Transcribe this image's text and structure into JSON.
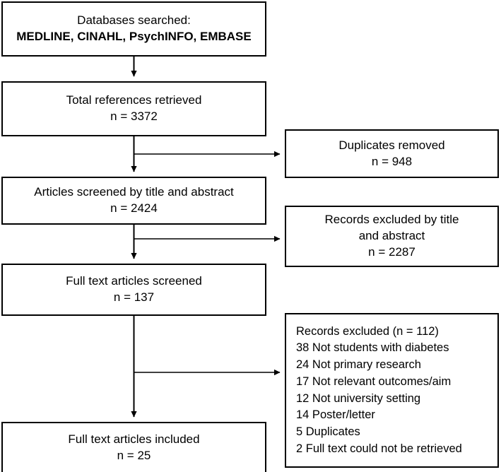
{
  "diagram": {
    "type": "prisma-flow-diagram",
    "title": "PRISMA study selection flow diagram",
    "stroke_color": "#000000",
    "fill_color": "#ffffff"
  },
  "nodes": {
    "databases": {
      "name": "databases-searched",
      "lines": [
        {
          "text": "Databases searched:",
          "bold": false
        },
        {
          "text": "MEDLINE, CINAHL, PsychINFO, EMBASE",
          "bold": true
        }
      ]
    },
    "total_references": {
      "name": "total-references-retrieved",
      "lines": [
        {
          "text": "Total references retrieved",
          "bold": false
        },
        {
          "text": "n = 3372",
          "bold": false
        }
      ],
      "count": 3372
    },
    "duplicates_removed": {
      "name": "duplicates-removed",
      "lines": [
        {
          "text": "Duplicates removed",
          "bold": false
        },
        {
          "text": "n = 948",
          "bold": false
        }
      ],
      "count": 948
    },
    "screened_title_abstract": {
      "name": "articles-screened-title-abstract",
      "lines": [
        {
          "text": "Articles screened by title and abstract",
          "bold": false
        },
        {
          "text": "n = 2424",
          "bold": false
        }
      ],
      "count": 2424
    },
    "excluded_title_abstract": {
      "name": "records-excluded-title-abstract",
      "lines": [
        {
          "text": "Records excluded by title",
          "bold": false
        },
        {
          "text": "and abstract",
          "bold": false
        },
        {
          "text": "n = 2287",
          "bold": false
        }
      ],
      "count": 2287
    },
    "fulltext_screened": {
      "name": "full-text-articles-screened",
      "lines": [
        {
          "text": "Full text articles screened",
          "bold": false
        },
        {
          "text": "n = 137",
          "bold": false
        }
      ],
      "count": 137
    },
    "excluded_fulltext": {
      "name": "records-excluded-full-text",
      "count": 112,
      "lines": [
        {
          "text": "Records excluded (n = 112)",
          "bold": false
        },
        {
          "text": "38 Not students with diabetes",
          "bold": false
        },
        {
          "text": "24 Not primary research",
          "bold": false
        },
        {
          "text": "17 Not relevant outcomes/aim",
          "bold": false
        },
        {
          "text": "12 Not university setting",
          "bold": false
        },
        {
          "text": "14 Poster/letter",
          "bold": false
        },
        {
          "text": "5 Duplicates",
          "bold": false
        },
        {
          "text": "2 Full text could not be retrieved",
          "bold": false
        }
      ],
      "reasons": [
        {
          "count": 38,
          "reason": "Not students with diabetes"
        },
        {
          "count": 24,
          "reason": "Not primary research"
        },
        {
          "count": 17,
          "reason": "Not relevant outcomes/aim"
        },
        {
          "count": 12,
          "reason": "Not university setting"
        },
        {
          "count": 14,
          "reason": "Poster/letter"
        },
        {
          "count": 5,
          "reason": "Duplicates"
        },
        {
          "count": 2,
          "reason": "Full text could not be retrieved"
        }
      ]
    },
    "fulltext_included": {
      "name": "full-text-articles-included",
      "lines": [
        {
          "text": "Full text articles included",
          "bold": false
        },
        {
          "text": "n = 25",
          "bold": false
        }
      ],
      "count": 25
    }
  }
}
